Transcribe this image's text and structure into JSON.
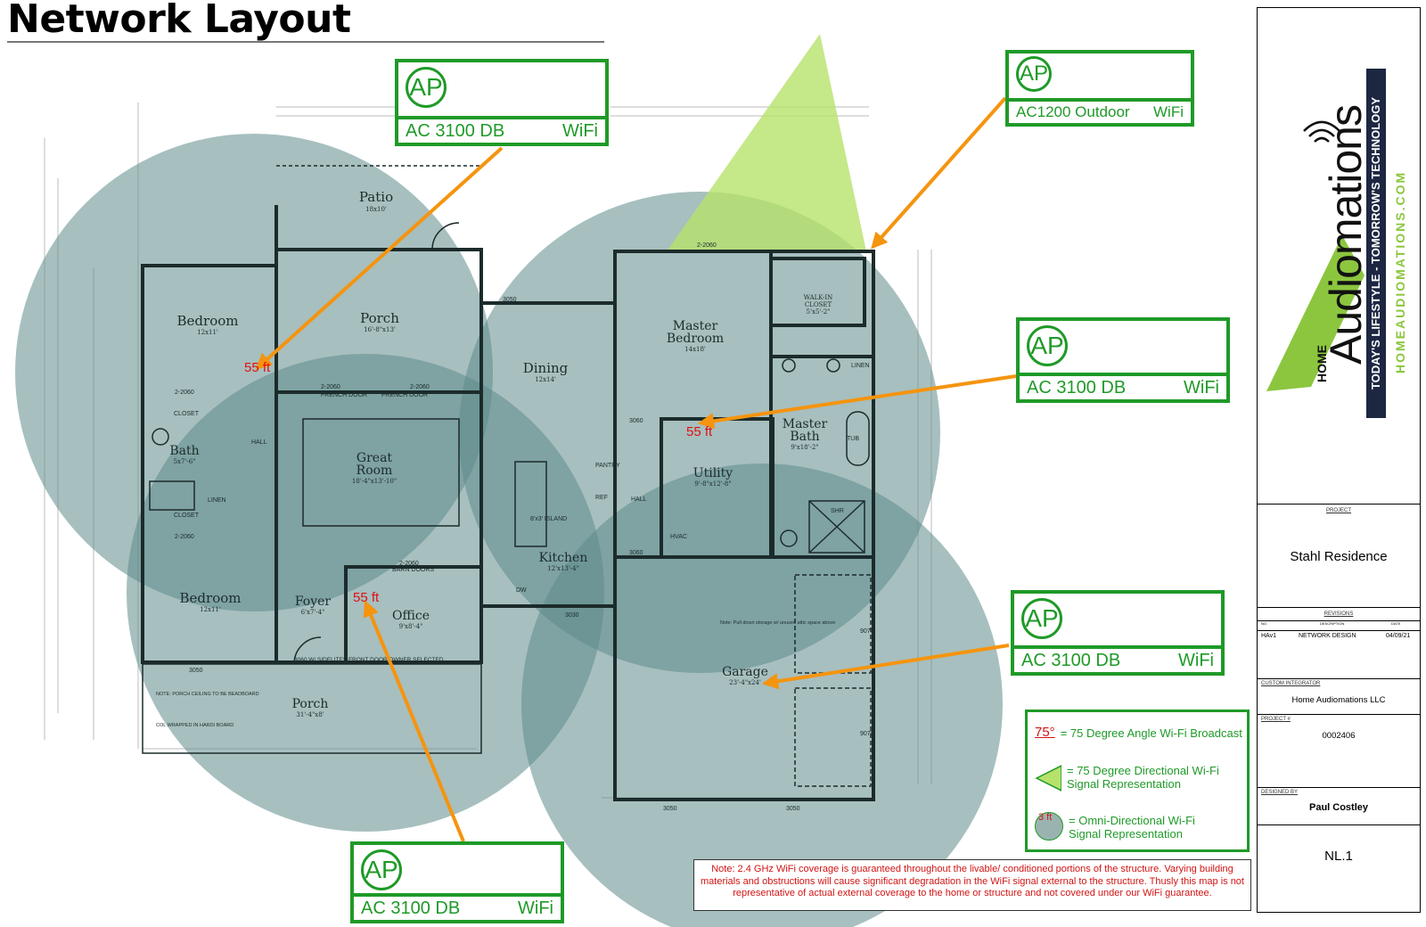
{
  "page": {
    "title": "Network Layout"
  },
  "rooms": {
    "patio": [
      "Patio",
      "18x10'"
    ],
    "bedroom1": [
      "Bedroom",
      "12x11'"
    ],
    "porch_back": [
      "Porch",
      "16'-8\"x13'"
    ],
    "dining": [
      "Dining",
      "12x14'"
    ],
    "master_bedroom": [
      "Master",
      "Bedroom",
      "14x18'"
    ],
    "walk_in_closet": [
      "WALK-IN",
      "CLOSET",
      "5'x5'-2\""
    ],
    "bath": [
      "Bath",
      "5x7'-6\""
    ],
    "great_room": [
      "Great",
      "Room",
      "18'-4\"x13'-10\""
    ],
    "master_bath": [
      "Master",
      "Bath",
      "9'x18'-2\""
    ],
    "utility": [
      "Utility",
      "9'-8\"x12'-8\""
    ],
    "kitchen": [
      "Kitchen",
      "12'x13'-4\""
    ],
    "bedroom2": [
      "Bedroom",
      "12x11'"
    ],
    "foyer": [
      "Foyer",
      "6'x7'-4\""
    ],
    "office": [
      "Office",
      "9'x8'-4\""
    ],
    "garage": [
      "Garage",
      "23'-4\"x24'"
    ],
    "porch_front": [
      "Porch",
      "31'-4\"x8'"
    ]
  },
  "plan_labels": {
    "closet": "CLOSET",
    "hall": "HALL",
    "linen": "LINEN",
    "tub": "TUB",
    "shr": "SHR",
    "door_2060": "2-2060",
    "french_door": "FRENCH DOOR",
    "barn_doors": "BARN DOORS",
    "island": "8'x3' ISLAND",
    "pantry": "PANTRY",
    "ref": "REF",
    "dw": "DW",
    "hvac": "HVAC",
    "door_3050": "3050",
    "door_3060": "3060",
    "door_3030": "3030",
    "door_9070": "9070",
    "front_door": "3060 W/ SIDELITES FRONT DOOR OWNER SELECTED",
    "ceiling_note": "NOTE: PORCH CEILING TO BE BEADBOARD",
    "column_note": "COL WRAPPED IN HARDI BOARD",
    "garage_note": "Note: Pull down storage w/ unused attic space above"
  },
  "access_points": [
    {
      "badge": "AP",
      "model": "AC 3100 DB",
      "type": "WiFi"
    },
    {
      "badge": "AP",
      "model": "AC1200 Outdoor",
      "type": "WiFi"
    },
    {
      "badge": "AP",
      "model": "AC 3100 DB",
      "type": "WiFi"
    },
    {
      "badge": "AP",
      "model": "AC 3100 DB",
      "type": "WiFi"
    },
    {
      "badge": "AP",
      "model": "AC 3100 DB",
      "type": "WiFi"
    }
  ],
  "distances": [
    "55 ft",
    "55 ft",
    "55 ft"
  ],
  "colors": {
    "coverage": "#5e8a8a",
    "arrow": "#f5940f",
    "outdoor_cone": "#b6e26c",
    "brand_green": "#1f9a28",
    "note_red": "#d21414"
  },
  "legend": {
    "angle_icon": "75°",
    "angle_text": "= 75 Degree Angle Wi-Fi Broadcast",
    "directional_text": "= 75 Degree Directional Wi-Fi Signal Representation",
    "omni_icon": "3 ft",
    "omni_text": "= Omni-Directional Wi-Fi Signal Representation"
  },
  "note": "Note: 2.4 GHz WiFi coverage is guaranteed throughout the livable/ conditioned portions of the structure. Varying building materials and obstructions will cause significant degradation in the WiFi signal external to the structure. Thusly this map is not representative of actual external coverage to the home or structure and not covered under our WiFi guarantee.",
  "title_block": {
    "brand_home": "HOME",
    "brand_name": "Audiomations",
    "tagline": "TODAY'S LIFESTYLE - TOMORROW'S TECHNOLOGY",
    "website": "HOMEAUDIOMATIONS.COM",
    "project_label": "PROJECT",
    "project": "Stahl Residence",
    "revisions_label": "REVISIONS",
    "revision_headers": [
      "NO.",
      "DESCRIPTION",
      "DATE"
    ],
    "revision_row": [
      "HAv1",
      "NETWORK DESIGN",
      "04/09/21"
    ],
    "integrator_label": "CUSTOM INTEGRATOR",
    "integrator": "Home Audiomations LLC",
    "project_no_label": "PROJECT #",
    "project_no": "0002406",
    "designed_by_label": "DESIGNED BY",
    "designed_by": "Paul Costley",
    "sheet": "NL.1"
  }
}
